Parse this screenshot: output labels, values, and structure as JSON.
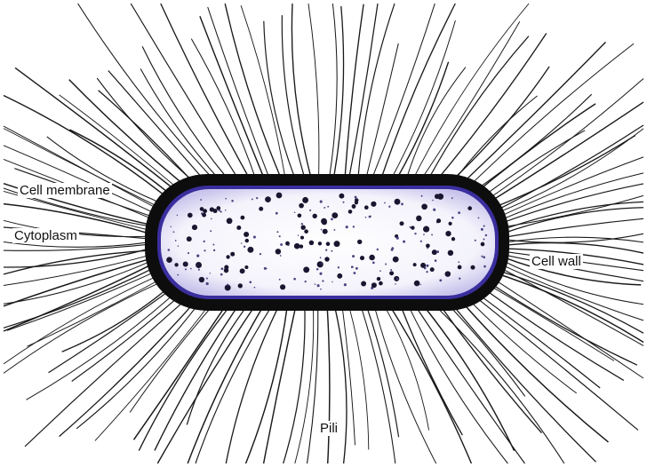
{
  "labels": {
    "cell_membrane": "Cell membrane",
    "cytoplasm": "Cytoplasm",
    "cell_wall": "Cell wall",
    "pili": "Pili"
  },
  "colors": {
    "background": "#ffffff",
    "cell_wall": "#0d0d0d",
    "membrane": "#3a2e9e",
    "cytoplasm": "#f7f7fc",
    "granules": "#1a1630",
    "pili": "#1a1a1a",
    "label_text": "#111111"
  }
}
